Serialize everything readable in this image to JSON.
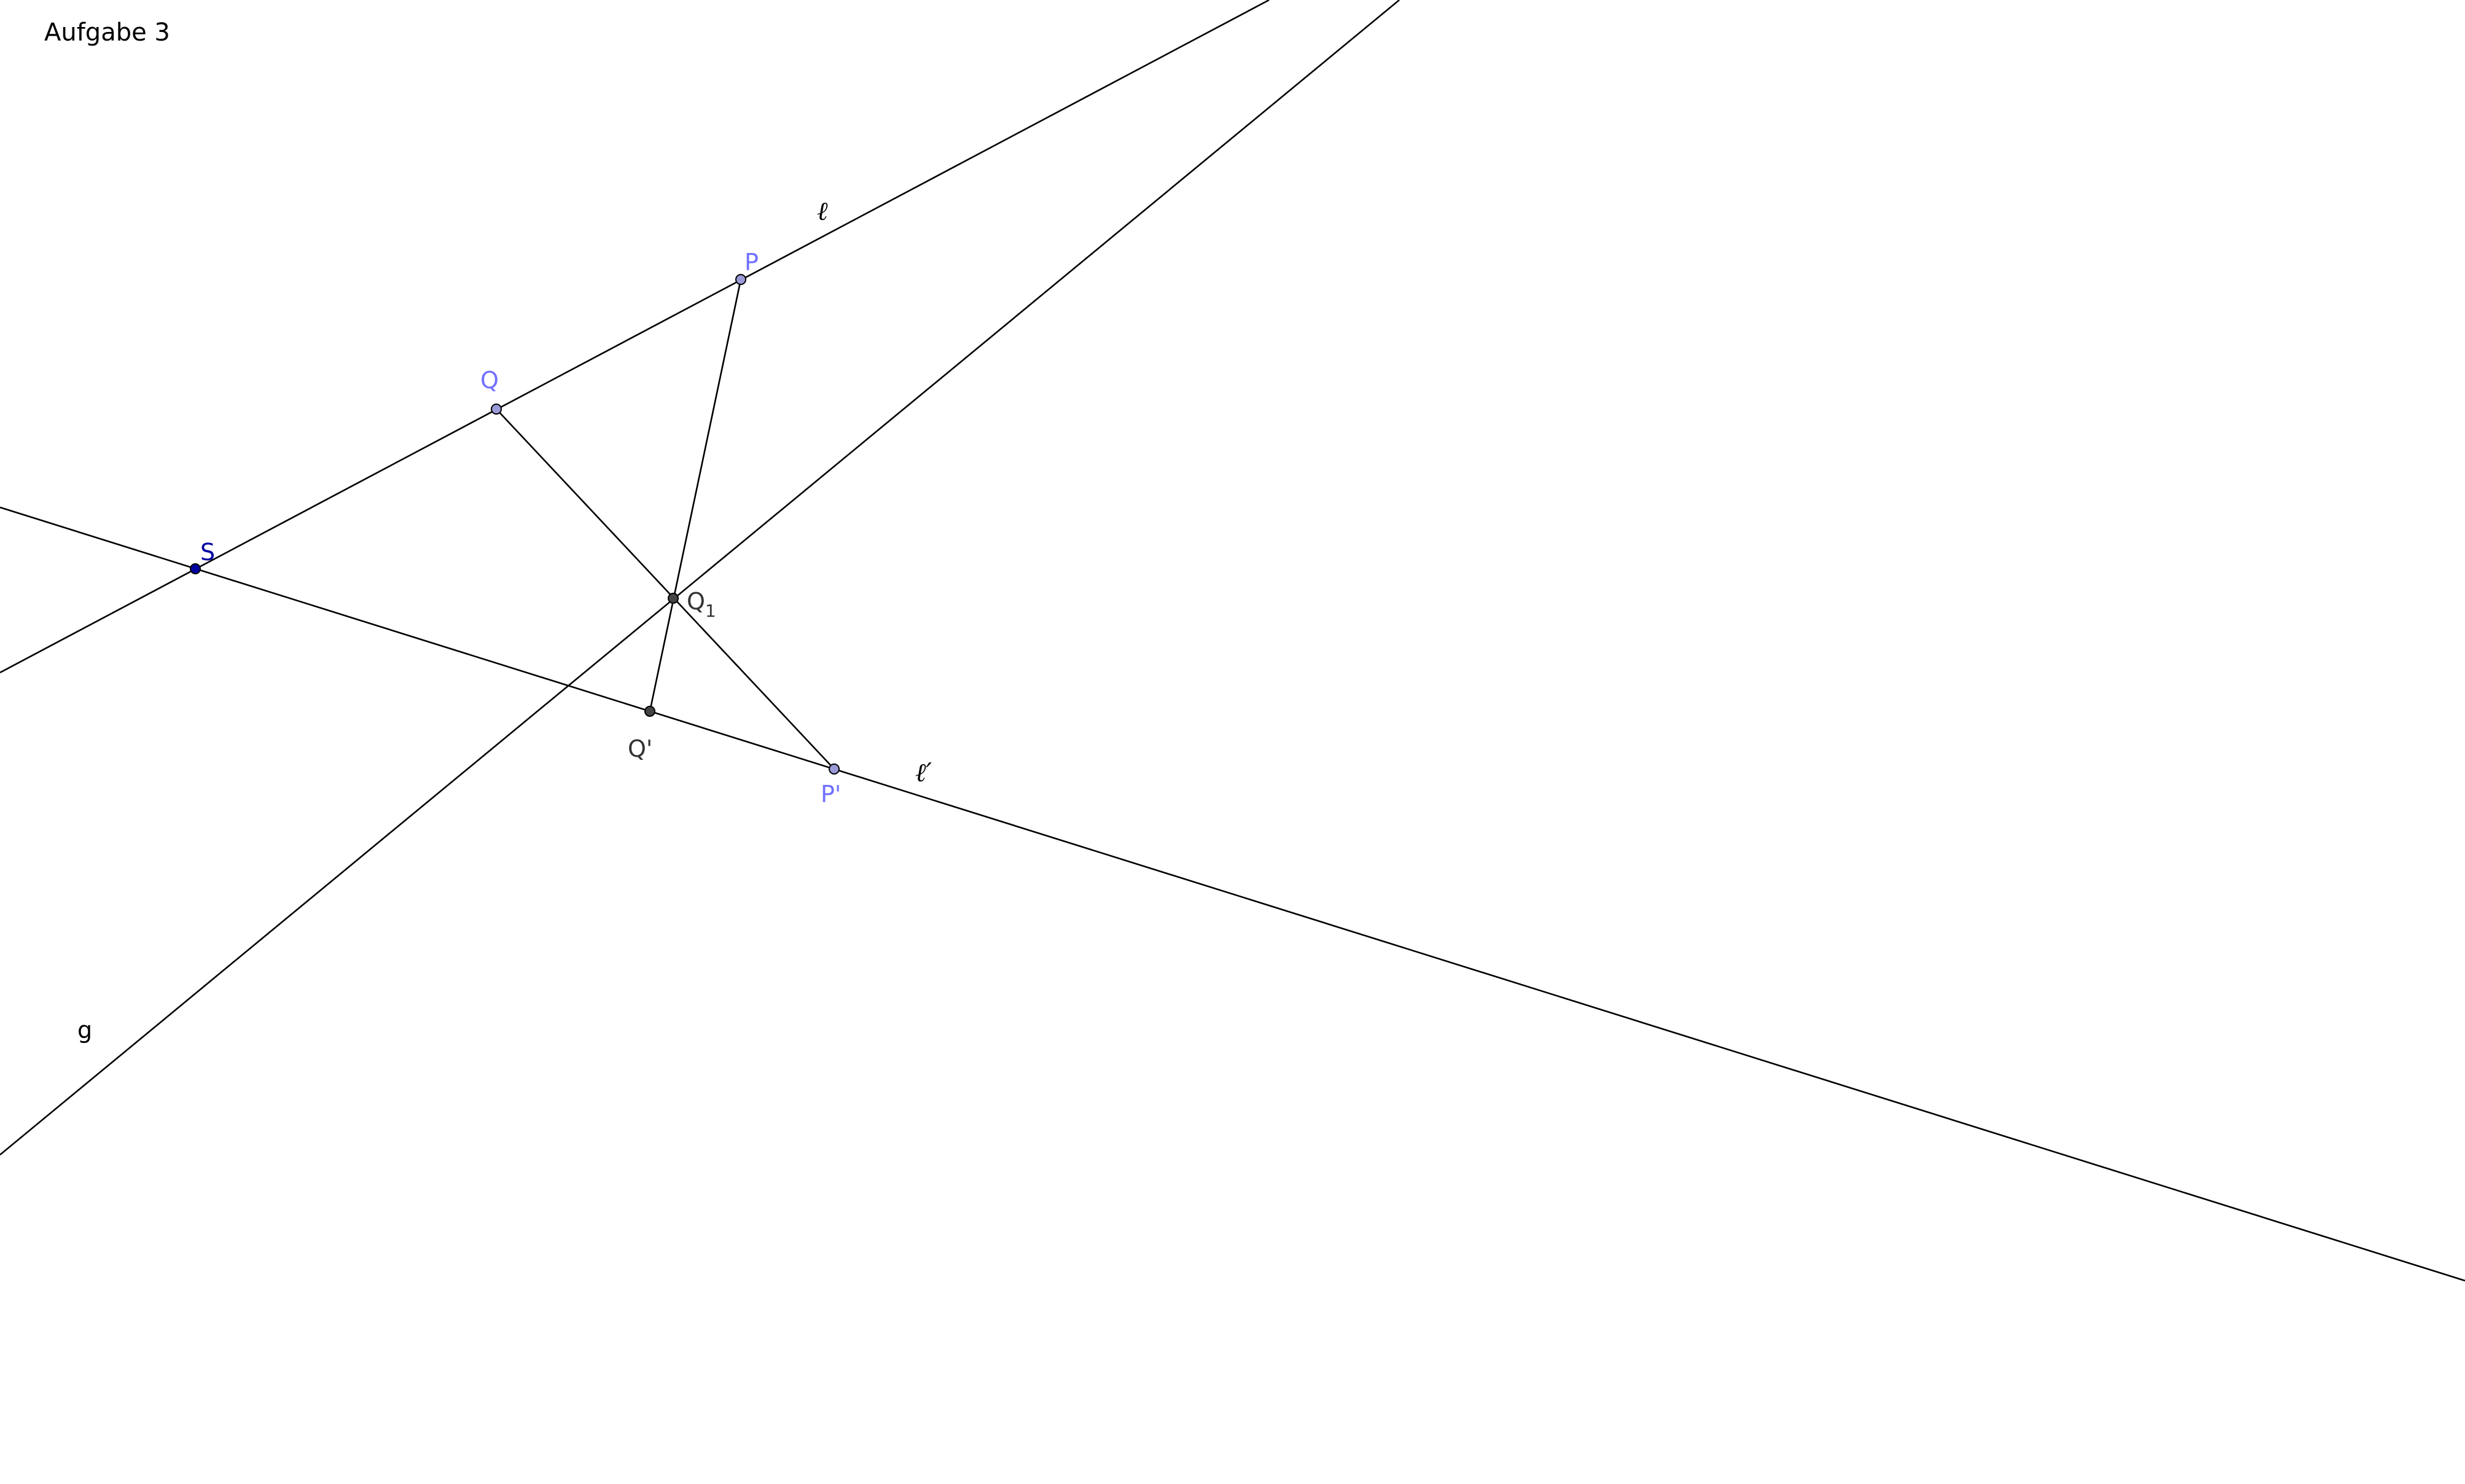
{
  "title": "Aufgabe 3",
  "colors": {
    "line": "#000000",
    "free_point": "#7070ff",
    "free_point_fill": "#9a9ad8",
    "anchor_point": "#0000a0",
    "dependent_point": "#333333"
  },
  "points": {
    "S": "S",
    "Q": "Q",
    "P": "P",
    "Q1": "Q",
    "Q1_sub": "1",
    "Q_prime": "Q'",
    "P_prime": "P'"
  },
  "lines": {
    "l": "ℓ",
    "l_prime": "ℓ′",
    "g": "g"
  }
}
